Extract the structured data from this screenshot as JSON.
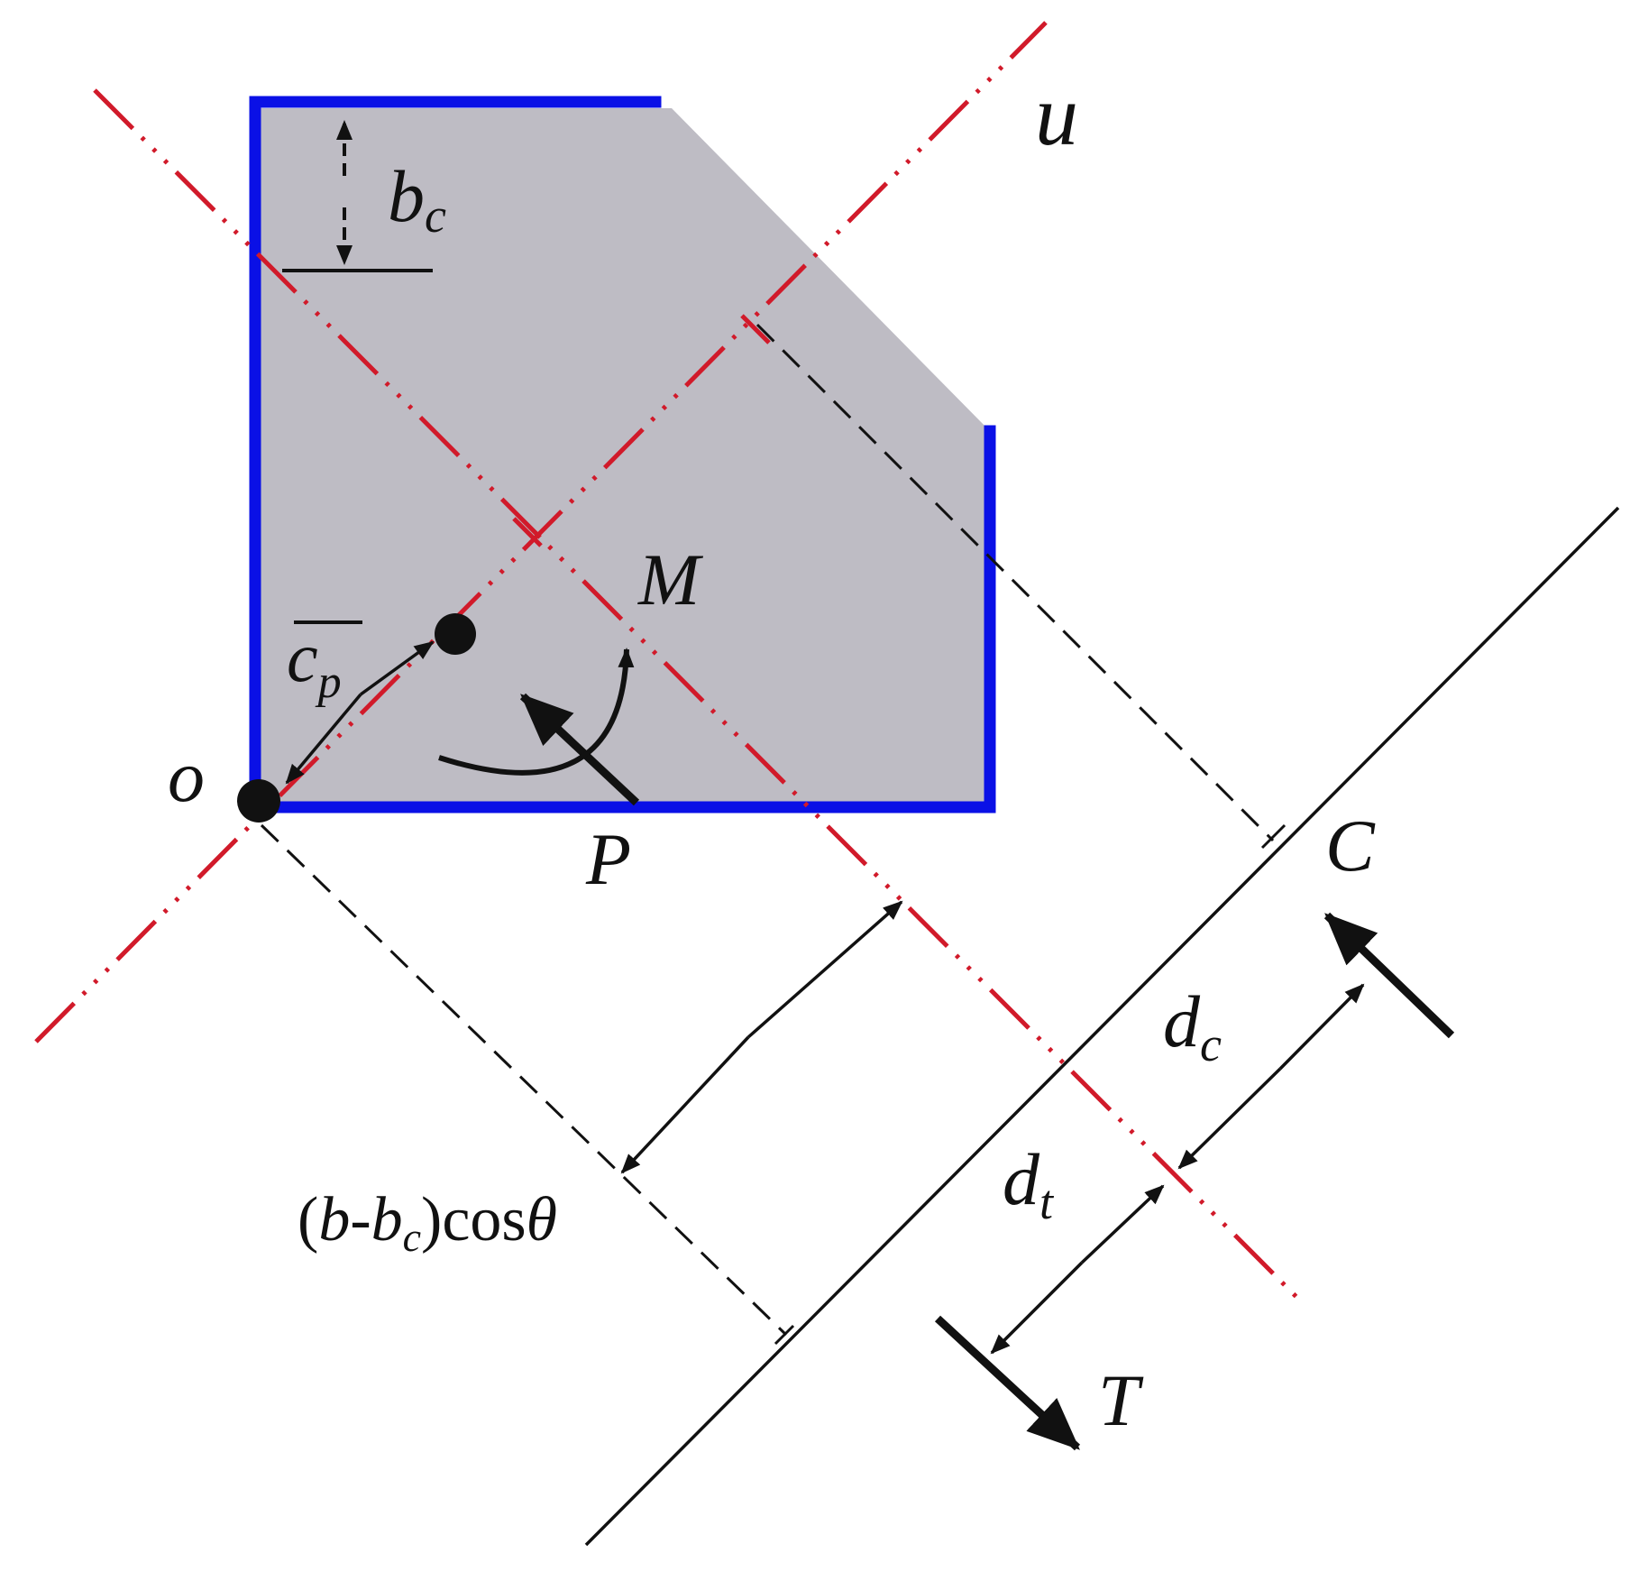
{
  "labels": {
    "u": "u",
    "b_c": "b",
    "b_c_sub": "c",
    "M": "M",
    "c_p": "c",
    "c_p_sub": "p",
    "o": "o",
    "P": "P",
    "C": "C",
    "d_c": "d",
    "d_c_sub": "c",
    "d_t": "d",
    "d_t_sub": "t",
    "T": "T",
    "formula_open": "(",
    "formula_b": "b",
    "formula_dash": "-",
    "formula_b2": "b",
    "formula_sub": "c",
    "formula_close": ")cos",
    "formula_theta": "θ"
  },
  "colors": {
    "section_fill": "#bebcc4",
    "reinforcement": "#0a10e6",
    "axis": "#d11a2a",
    "line": "#111111"
  }
}
